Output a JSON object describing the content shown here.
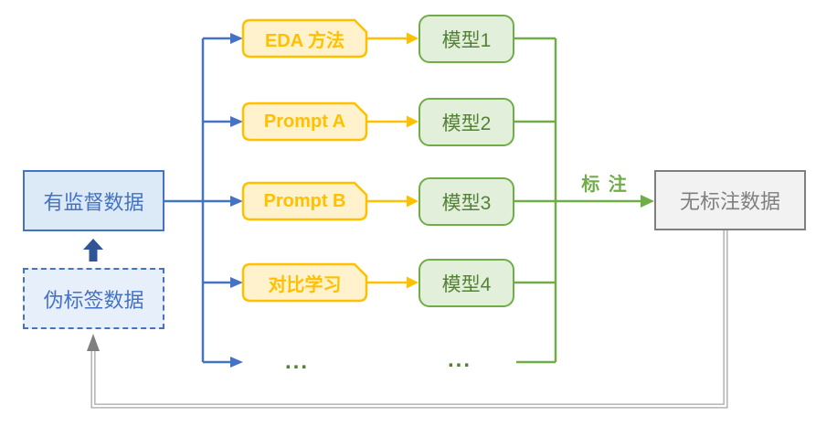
{
  "nodes": {
    "supervised": "有监督数据",
    "pseudo": "伪标签数据",
    "unlabeled": "无标注数据",
    "methods": [
      "EDA 方法",
      "Prompt A",
      "Prompt B",
      "对比学习"
    ],
    "models": [
      "模型1",
      "模型2",
      "模型3",
      "模型4"
    ],
    "methods_more": "...",
    "models_more": "..."
  },
  "edges": {
    "annotate_label": "标 注"
  },
  "colors": {
    "blue": "#4472C4",
    "blue_fill": "#DCE9F7",
    "dark_blue_arrow": "#2F5597",
    "yellow": "#FFC000",
    "yellow_fill": "#FFF2CC",
    "green": "#70AD47",
    "green_fill": "#E2EFDA",
    "green_text": "#538135",
    "gray": "#7F7F7F",
    "gray_fill": "#F2F2F2",
    "gray_line": "#A6A6A6"
  }
}
